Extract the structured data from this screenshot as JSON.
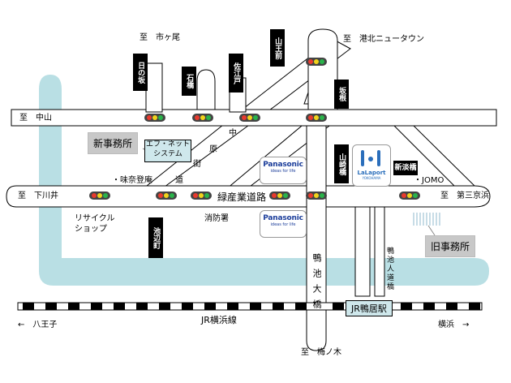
{
  "directions": {
    "to_prefix": "至",
    "tokaichiba": "市ヶ尾",
    "kohoku_nt": "港北ニュータウン",
    "nakayama": "中山",
    "shimokawai": "下川井",
    "daisankeihin": "第三京浜",
    "umenoki": "梅ノ木",
    "hachioji": "八王子",
    "yokohama": "横浜",
    "hachioji_arrow": "←",
    "yokohama_arrow": "→"
  },
  "intersections": {
    "hinosaka": "日の坂",
    "ishibashi": "石橋",
    "saedo": "佐江戸",
    "sannodai": "山王前",
    "itai": "坂根",
    "yamazakibashi": "山崎橋",
    "shinuonuma": "新淡橋",
    "chizaka": "池辺町"
  },
  "roads": {
    "nakaharakaido": "中原街道",
    "ryokusan": "緑産業道路",
    "kamoike_ohashi": "鴨池大橋",
    "kamoike_hito": "鴨池人道橋"
  },
  "places": {
    "new_office": "新事務所",
    "old_office": "旧事務所",
    "callout_line1": "エフ・ネット",
    "callout_line2": "システム",
    "misaki": "・味奈登庵",
    "recycle_line1": "リサイクル",
    "recycle_line2": "ショップ",
    "fire_station": "消防署",
    "jomo": "・JOMO",
    "panasonic": "Panasonic",
    "panasonic_sub": "ideas for life",
    "lalaport": "LaLaport",
    "lalaport_sub": "YOKOHAMA",
    "station": "JR鴨居駅",
    "jr_line": "JR横浜線"
  },
  "colors": {
    "river": "#b9dfe4",
    "road_fill": "#ffffff",
    "signal_box": "#444444",
    "signal_red": "#e83a2e",
    "signal_yellow": "#f2d31b",
    "signal_green": "#29b34a"
  }
}
